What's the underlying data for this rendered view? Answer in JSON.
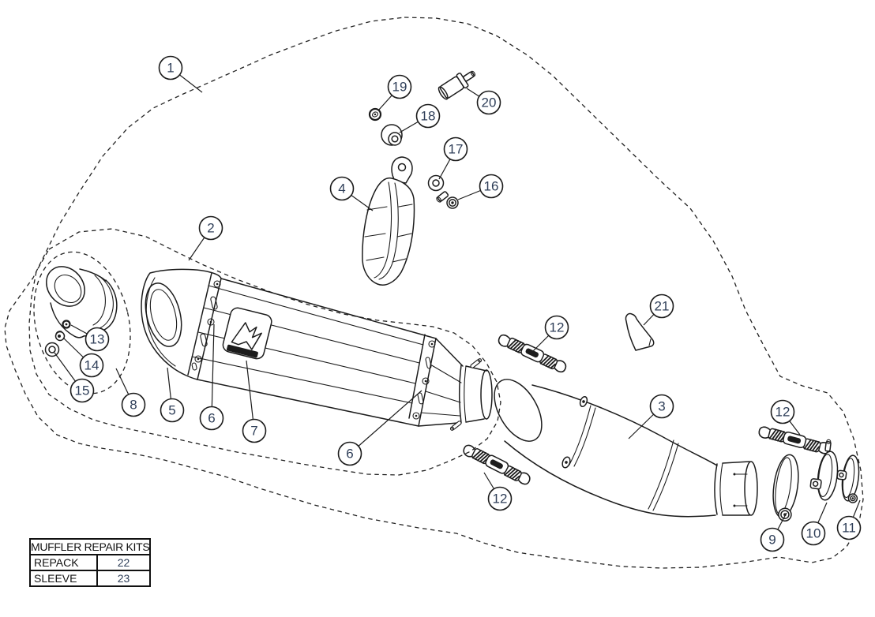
{
  "callouts": [
    {
      "label": "1"
    },
    {
      "label": "2"
    },
    {
      "label": "3"
    },
    {
      "label": "4"
    },
    {
      "label": "5"
    },
    {
      "label": "6"
    },
    {
      "label": "6"
    },
    {
      "label": "7"
    },
    {
      "label": "8"
    },
    {
      "label": "9"
    },
    {
      "label": "10"
    },
    {
      "label": "11"
    },
    {
      "label": "12"
    },
    {
      "label": "12"
    },
    {
      "label": "12"
    },
    {
      "label": "13"
    },
    {
      "label": "14"
    },
    {
      "label": "15"
    },
    {
      "label": "16"
    },
    {
      "label": "17"
    },
    {
      "label": "18"
    },
    {
      "label": "19"
    },
    {
      "label": "20"
    },
    {
      "label": "21"
    }
  ],
  "repair_kits_table": {
    "title": "MUFFLER REPAIR KITS",
    "rows": [
      {
        "name": "REPACK",
        "number": "22"
      },
      {
        "name": "SLEEVE",
        "number": "23"
      }
    ]
  },
  "icons": {
    "brand_badge": "akrapovic-arrow-logo"
  },
  "colors": {
    "background": "#ffffff",
    "line_art": "#1c1c1c",
    "dashed_outline": "#222222",
    "callout_number": "#2e3e58",
    "table_text": "#111111"
  }
}
